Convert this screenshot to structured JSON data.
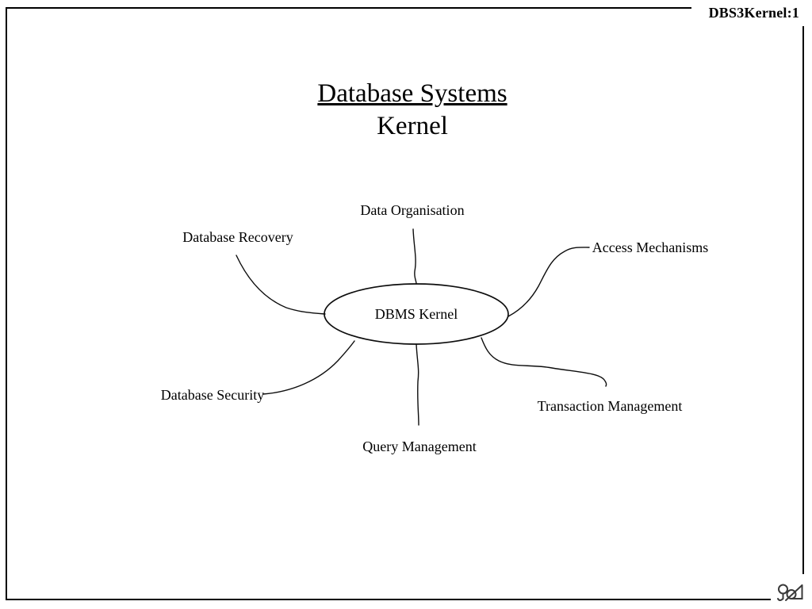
{
  "slide": {
    "id_label": "DBS3Kernel:1"
  },
  "title": {
    "line1": "Database Systems",
    "line2": "Kernel"
  },
  "diagram": {
    "type": "mind-map",
    "center_label": "DBMS Kernel",
    "nodes": [
      {
        "label": "Data Organisation",
        "position": "top"
      },
      {
        "label": "Database Recovery",
        "position": "upper-left"
      },
      {
        "label": "Access Mechanisms",
        "position": "upper-right"
      },
      {
        "label": "Database Security",
        "position": "lower-left"
      },
      {
        "label": "Query Management",
        "position": "bottom"
      },
      {
        "label": "Transaction Management",
        "position": "lower-right"
      }
    ]
  },
  "icons": {
    "logo": "presenter-signature-logo"
  },
  "colors": {
    "ink": "#000000",
    "background": "#ffffff",
    "logo_gray": "#3a3a3a"
  }
}
